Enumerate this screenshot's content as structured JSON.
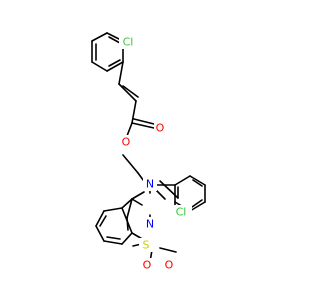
{
  "molecule": {
    "atom_labels": {
      "cl_top": "Cl",
      "o_ester": "O",
      "o_carbonyl": "O",
      "n_amine": "N",
      "cl_aryl": "Cl",
      "n_ring": "N",
      "s_ring": "S",
      "o_sulfonyl_left": "O",
      "o_sulfonyl_right": "O"
    },
    "colors": {
      "bond": "#000000",
      "chlorine": "#33cc33",
      "oxygen": "#ff0000",
      "nitrogen": "#0000ff",
      "sulfur": "#cccc00"
    }
  }
}
